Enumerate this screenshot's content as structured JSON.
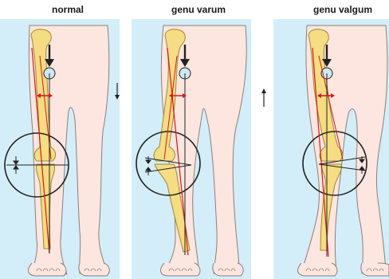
{
  "panels": [
    {
      "title": "normal"
    },
    {
      "title": "genu varum"
    },
    {
      "title": "genu valgum"
    }
  ],
  "colors": {
    "background": "#d3eef9",
    "skin": "#fde6df",
    "skin_outline": "#8d7f79",
    "bone": "#f6dc82",
    "bone_outline": "#9a8a3b",
    "mechanical_axis": "#d6171b",
    "reference_line": "#222222",
    "hip_joint": "#cfe8f3"
  },
  "icons": [
    "down-arrow-icon",
    "up-arrow-icon",
    "bold-down-arrow-icon",
    "double-headed-red-arrow-icon",
    "magnifier-circle-icon"
  ]
}
